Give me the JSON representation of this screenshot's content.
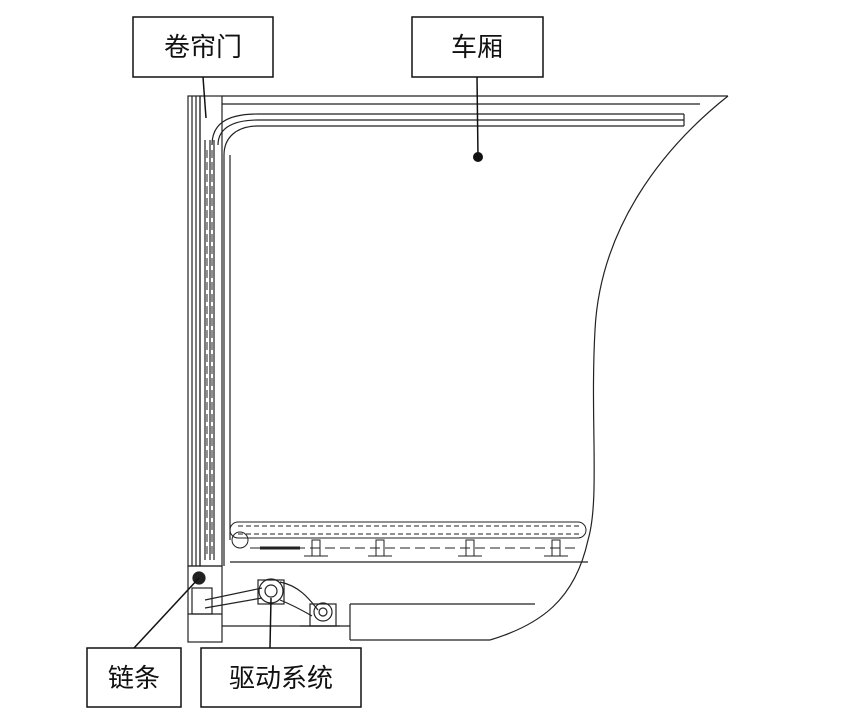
{
  "labels": {
    "door": "卷帘门",
    "carriage": "车厢",
    "chain": "链条",
    "drive": "驱动系统"
  },
  "colors": {
    "line": "#222222",
    "text": "#111111"
  }
}
